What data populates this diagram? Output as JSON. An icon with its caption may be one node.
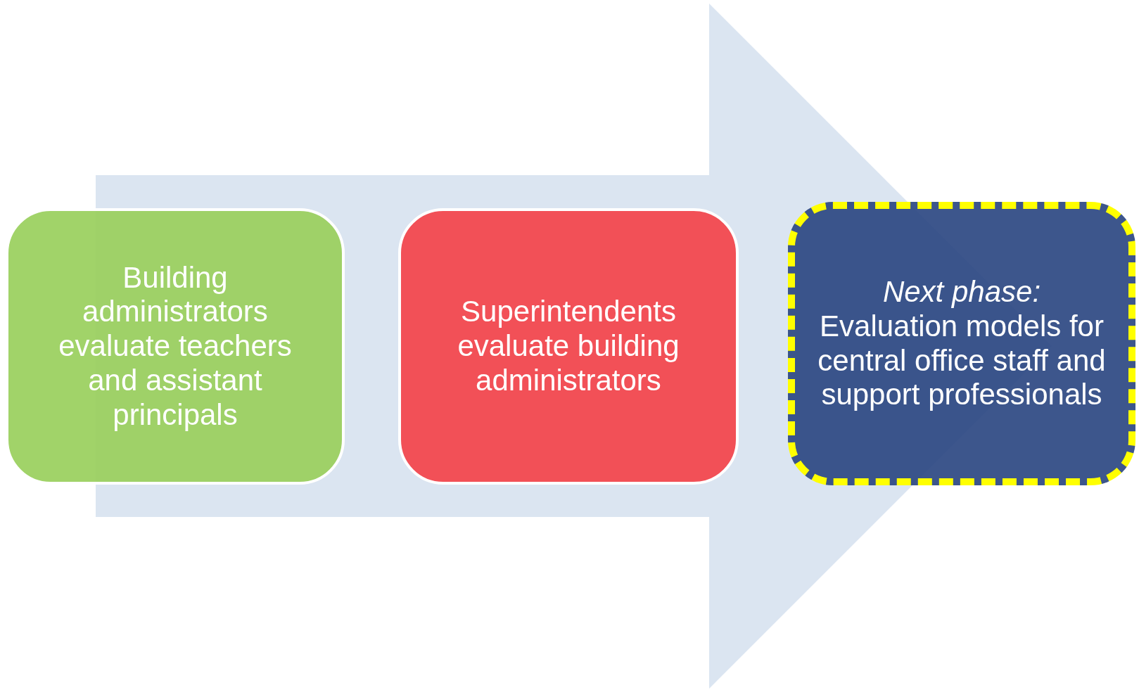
{
  "diagram": {
    "nodes": [
      {
        "text": [
          "Building administrators evaluate teachers and assistant principals"
        ]
      },
      {
        "text": [
          "Superintendents evaluate building administrators"
        ]
      },
      {
        "text": [
          "Next phase:",
          "Evaluation models for central office staff and support professionals"
        ]
      }
    ],
    "edges": [
      {
        "from": 0,
        "to": 2,
        "arrow": "to"
      }
    ]
  }
}
